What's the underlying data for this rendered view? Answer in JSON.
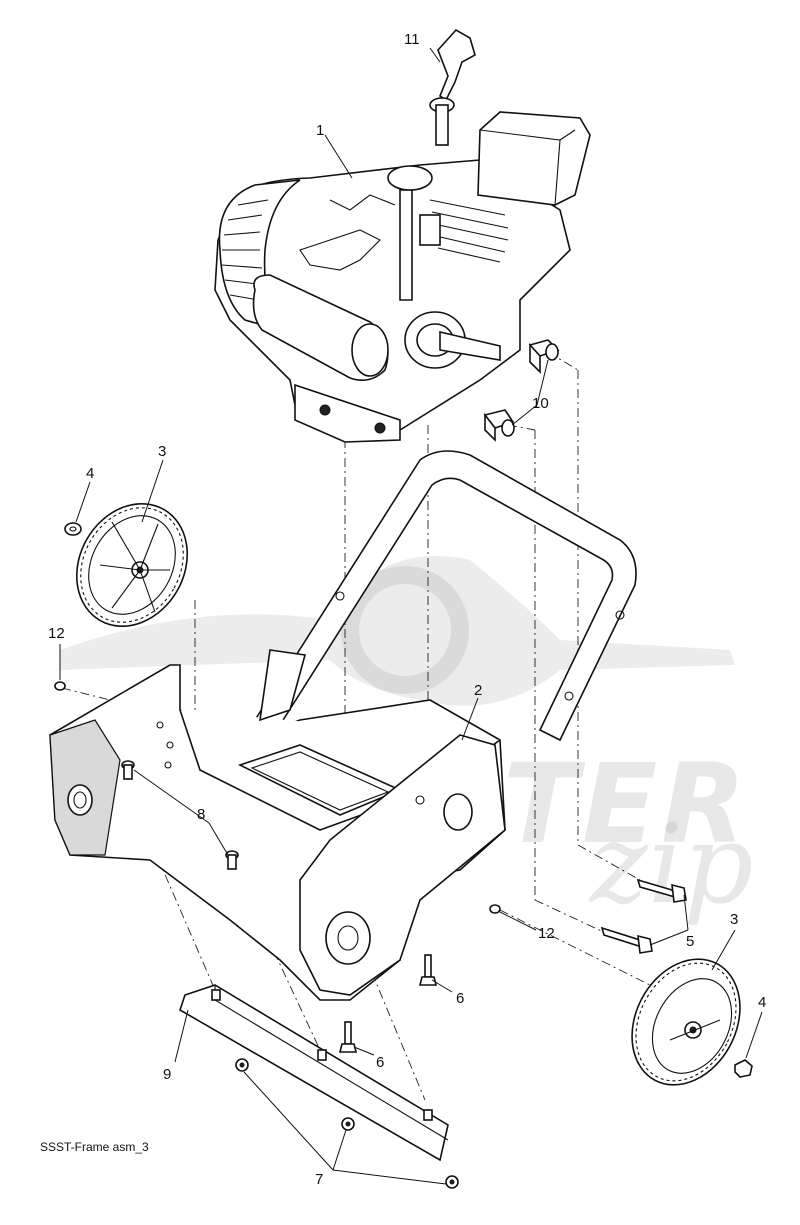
{
  "diagram": {
    "caption": "SSST-Frame asm_3",
    "watermark": {
      "main": "SCOOTER",
      "sub": "zip"
    },
    "callouts": {
      "n1": "1",
      "n2": "2",
      "n3a": "3",
      "n3b": "3",
      "n4a": "4",
      "n4b": "4",
      "n5": "5",
      "n6a": "6",
      "n6b": "6",
      "n7": "7",
      "n8": "8",
      "n9": "9",
      "n10": "10",
      "n11": "11",
      "n12a": "12",
      "n12b": "12"
    }
  }
}
